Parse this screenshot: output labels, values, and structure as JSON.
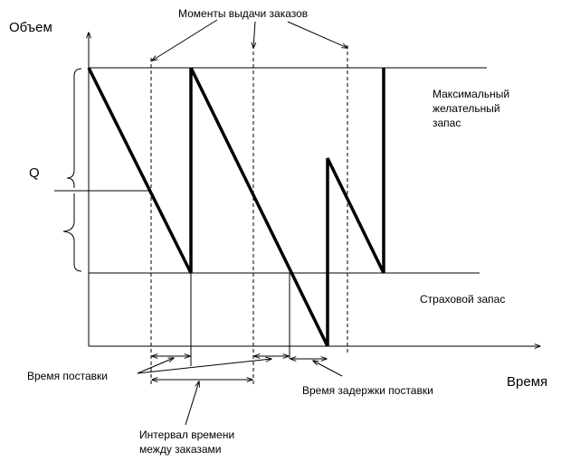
{
  "labels": {
    "y_axis": "Объем",
    "x_axis": "Время",
    "order_moments": "Моменты выдачи заказов",
    "max_stock_line1": "Максимальный",
    "max_stock_line2": "желательный",
    "max_stock_line3": "запас",
    "safety_stock": "Страховой запас",
    "q_label": "Q",
    "delivery_time": "Время поставки",
    "delivery_delay": "Время задержки поставки",
    "order_interval_line1": "Интервал времени",
    "order_interval_line2": "между заказами"
  }
}
